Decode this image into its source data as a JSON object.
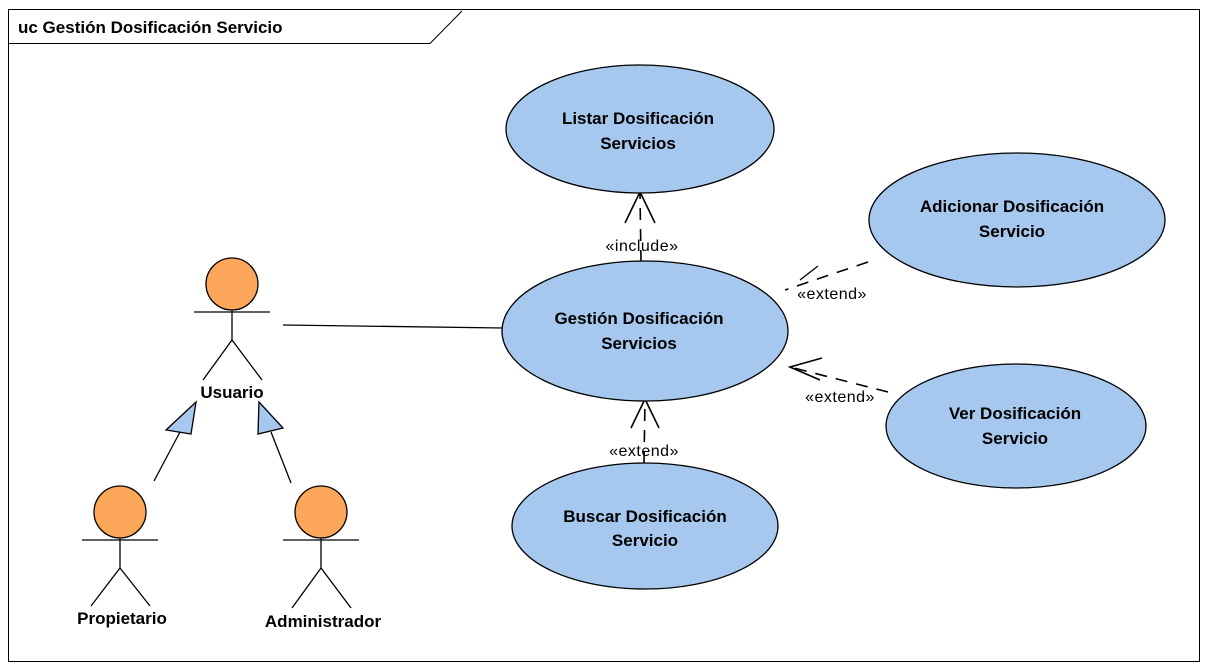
{
  "diagram": {
    "frame_title": "uc Gestión Dosificación Servicio",
    "use_cases": {
      "listar": {
        "line1": "Listar Dosificación",
        "line2": "Servicios"
      },
      "adicionar": {
        "line1": "Adicionar Dosificación",
        "line2": "Servicio"
      },
      "gestion": {
        "line1": "Gestión Dosificación",
        "line2": "Servicios"
      },
      "ver": {
        "line1": "Ver Dosificación",
        "line2": "Servicio"
      },
      "buscar": {
        "line1": "Buscar Dosificación",
        "line2": "Servicio"
      }
    },
    "actors": {
      "usuario": "Usuario",
      "propietario": "Propietario",
      "administrador": "Administrador"
    },
    "relations": {
      "include_listar": "«include»",
      "extend_adicionar": "«extend»",
      "extend_ver": "«extend»",
      "extend_buscar": "«extend»"
    },
    "colors": {
      "use_case_fill": "#a6c8ee",
      "actor_head_fill": "#fca65a",
      "generalization_fill": "#a6c8ee"
    }
  }
}
